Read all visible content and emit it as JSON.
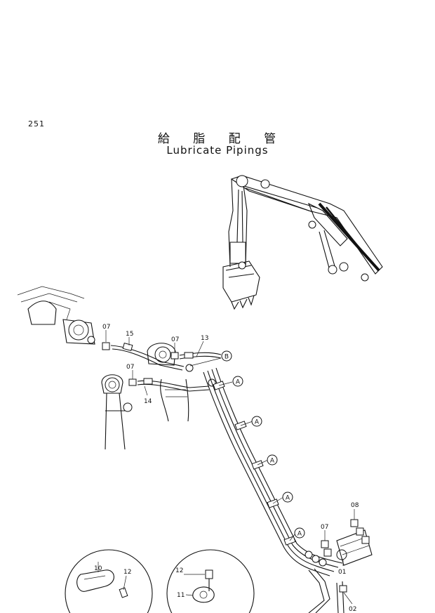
{
  "page_number": "251",
  "title_jp": "給 脂 配 管",
  "title_en": "Lubricate Pipings",
  "callouts": {
    "c07a": "07",
    "c15": "15",
    "c07b": "07",
    "c13": "13",
    "c07c": "07",
    "c14": "14",
    "c08": "08",
    "c07d": "07",
    "c01": "01",
    "c02": "02",
    "c10": "10",
    "c12a": "12",
    "c12b": "12",
    "c11": "11"
  },
  "view_markers": {
    "b": "B",
    "a1": "A",
    "a2": "A",
    "a3": "A",
    "a4": "A",
    "a5": "A"
  }
}
